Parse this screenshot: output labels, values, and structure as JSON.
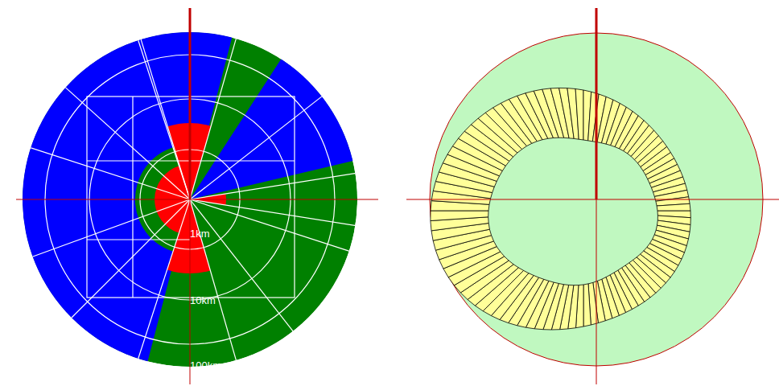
{
  "diagram": {
    "labels": [
      "1km",
      "10km",
      "100km"
    ]
  }
}
